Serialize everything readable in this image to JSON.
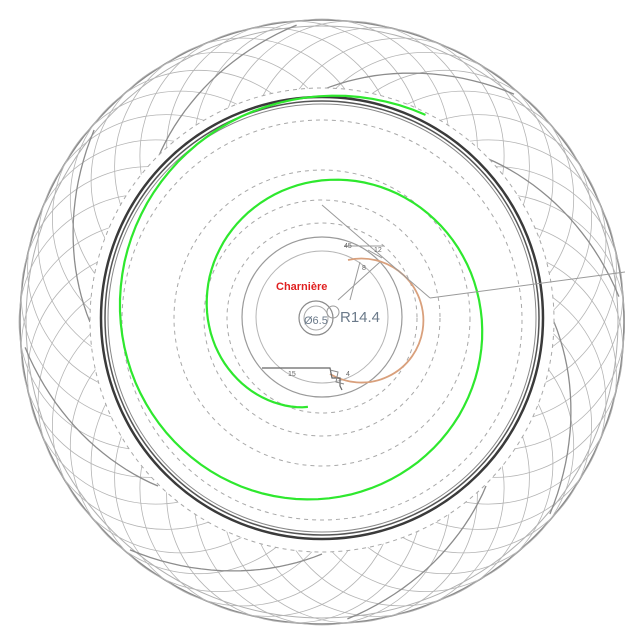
{
  "labels": {
    "radius": "R14.4",
    "diameter": "Ø6.5",
    "center_note": "Charnière",
    "dim_a": "45",
    "dim_b": "12",
    "dim_c": "8",
    "dim_d": "15",
    "dim_e": "4"
  },
  "colors": {
    "background": "#ffffff",
    "construction_lines": "#9a9a9a",
    "outer_ring": "#3a3a3a",
    "spiral": "#2ee82e",
    "inner_arc": "#d9a07c",
    "label_red": "#e02020",
    "dimension_text": "#6b7a8a"
  },
  "icons": {
    "center_mark": "circle-icon"
  }
}
